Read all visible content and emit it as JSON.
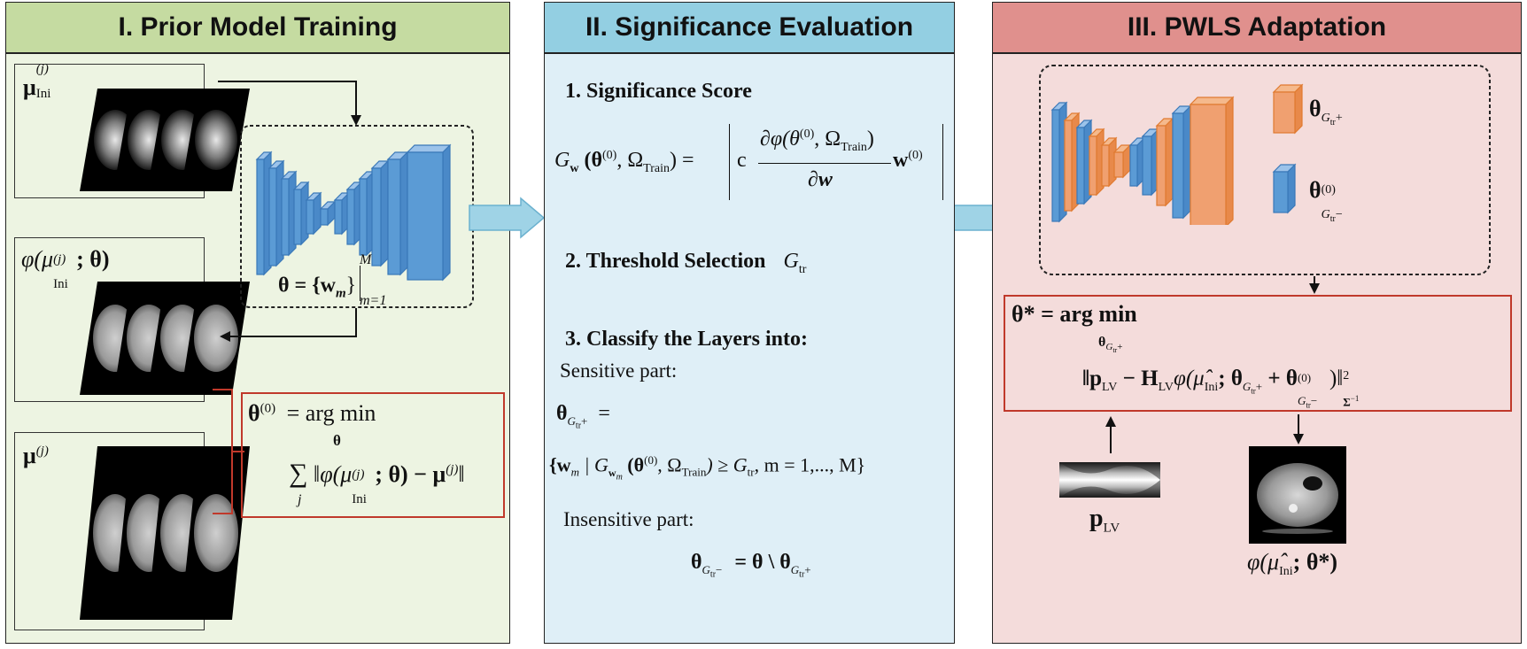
{
  "panels": [
    {
      "title": "I.  Prior Model Training",
      "bg": "#edf4e2",
      "header_bg": "#c5dba1"
    },
    {
      "title": "II. Significance Evaluation",
      "bg": "#dfeff7",
      "header_bg": "#93cfe2"
    },
    {
      "title": "III.  PWLS Adaptation",
      "bg": "#f4dcdb",
      "header_bg": "#e0908d"
    }
  ],
  "panel1": {
    "mu_ini": "μ",
    "mu_ini_sub": "Ini",
    "mu_ini_sup": "(j)",
    "phi_label": "φ(μ",
    "phi_sub": "Ini",
    "phi_sup": "(j)",
    "phi_tail": "; θ)",
    "mu": "μ",
    "mu_sup": "(j)",
    "theta_def": "θ = {w",
    "theta_def_sub": "m",
    "theta_def_close": "}",
    "theta_def_upper": "M",
    "theta_def_lower": "m=1",
    "theta0_lhs": "θ",
    "theta0_sup": "(0)",
    "theta0_eq": "= arg min",
    "theta0_under": "θ",
    "sum_expr_a": "∑",
    "sum_under": "j",
    "sum_expr_b": "‖φ(μ",
    "sum_sub": "Ini",
    "sum_sup": "(j)",
    "sum_expr_c": "; θ) − μ",
    "sum_sup2": "(j)",
    "sum_expr_d": "‖"
  },
  "panel2": {
    "s1_title": "1. Significance Score",
    "s2_title": "2. Threshold Selection",
    "s2_sym": "G",
    "s2_sub": "tr",
    "s3_title": "3. Classify the Layers into:",
    "sensitive": "Sensitive part:",
    "insensitive": "Insensitive part:",
    "score_eq": {
      "lhs": "G",
      "lhs_sub": "w",
      "args": "(θ",
      "args_sup": "(0)",
      "args_tail": ", Ω",
      "args_sub": "Train",
      "close": ")  =",
      "c": "c",
      "num": "∂φ(θ",
      "num_sup": "(0)",
      "num_tail": ", Ω",
      "num_sub": "Train",
      "num_close": ")",
      "den": "∂w",
      "w0": "w",
      "w0_sup": "(0)"
    },
    "theta_plus_lhs": "θ",
    "theta_plus_sub": "G",
    "theta_plus_sub2": "tr",
    "theta_plus_sign": "+",
    "theta_plus_eq": "=",
    "set_expr": "{w",
    "set_sub": "m",
    "set_bar": " | G",
    "set_gsub": "w",
    "set_gsub2": "m",
    "set_args": "(θ",
    "set_args_sup": "(0)",
    "set_args_tail": ", Ω",
    "set_args_sub": "Train",
    "set_cond": ") ≥ G",
    "set_cond_sub": "tr",
    "set_tail": ",  m = 1,..., M}",
    "theta_minus_lhs": "θ",
    "theta_minus_sub": "G",
    "theta_minus_sub2": "tr",
    "theta_minus_sign": "−",
    "theta_minus_eq": "= θ \\ θ",
    "theta_minus_rsub": "G",
    "theta_minus_rsub2": "tr",
    "theta_minus_rsign": "+"
  },
  "panel3": {
    "legend_plus": "θ",
    "legend_plus_sub": "G",
    "legend_plus_sub2": "tr",
    "legend_plus_sign": "+",
    "legend_minus": "θ",
    "legend_minus_sup": "(0)",
    "legend_minus_sub": "G",
    "legend_minus_sub2": "tr",
    "legend_minus_sign": "−",
    "opt_lhs": "θ* = arg min",
    "opt_under": "θ",
    "opt_under_sub": "G",
    "opt_under_sub2": "tr",
    "opt_under_sign": "+",
    "norm_a": "‖p",
    "norm_a_sub": "LV",
    "norm_b": " − H",
    "norm_b_sub": "LV",
    "norm_c": "φ(μ̂",
    "norm_c_sub": "Ini",
    "norm_d": "; θ",
    "norm_d_sub": "G",
    "norm_d_sub2": "tr",
    "norm_d_sign": "+",
    "norm_e": " + θ",
    "norm_e_sup": "(0)",
    "norm_e_sub": "G",
    "norm_e_sub2": "tr",
    "norm_e_sign": "−",
    "norm_f": ")‖",
    "norm_f_sup": "2",
    "norm_f_sub": "Σ",
    "norm_f_sub_sup": "−1",
    "p_label": "p",
    "p_sub": "LV",
    "out_label": "φ(μ̂",
    "out_sub": "Ini",
    "out_tail": "; θ*)"
  },
  "colors": {
    "cnn_blue": "#5b9bd5",
    "cnn_blue_dark": "#3a78b8",
    "cnn_orange": "#f0a070",
    "cnn_orange_dark": "#e07a30",
    "red_box": "#c0392b",
    "arrow_fill": "#9fd3e6",
    "arrow_stroke": "#6bb1cf"
  }
}
